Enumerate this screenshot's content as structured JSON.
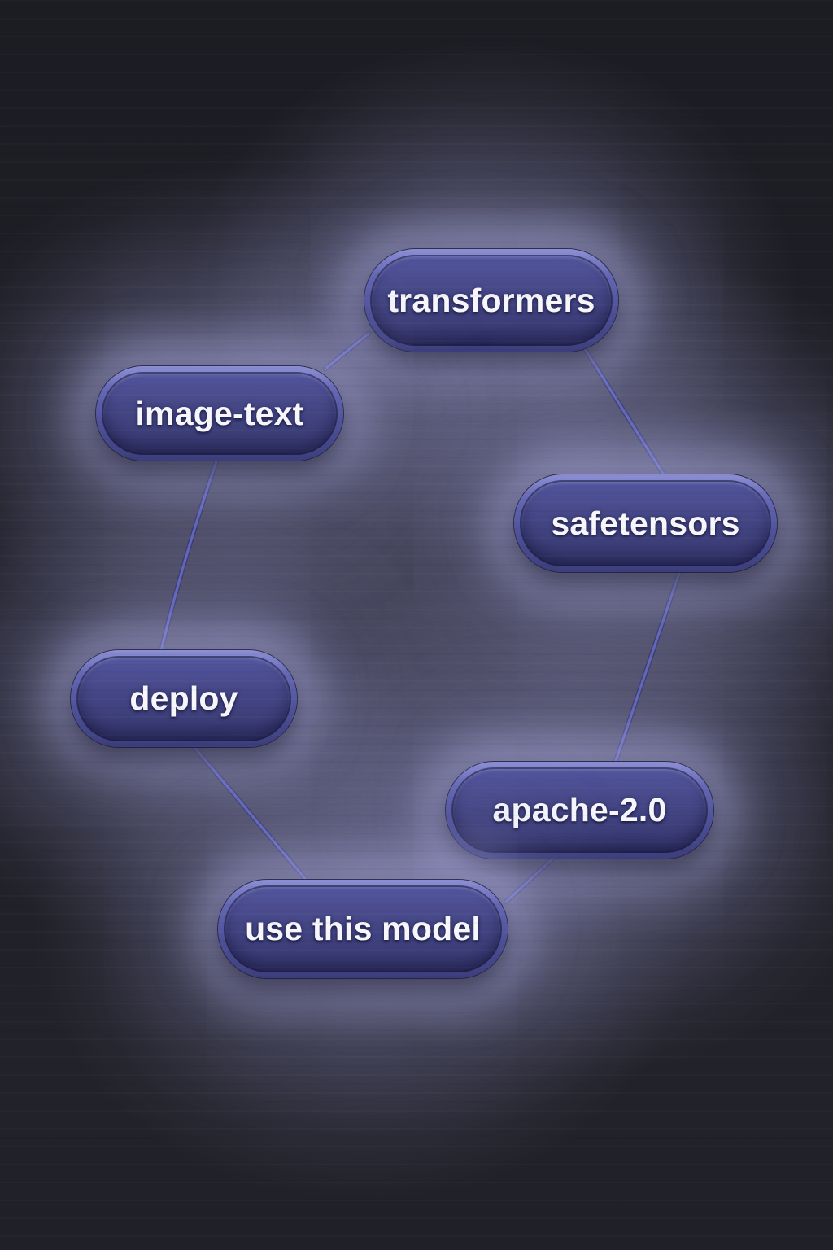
{
  "graph": {
    "nodes": [
      {
        "id": "transformers",
        "label": "transformers"
      },
      {
        "id": "image-text",
        "label": "image-text"
      },
      {
        "id": "safetensors",
        "label": "safetensors"
      },
      {
        "id": "deploy",
        "label": "deploy"
      },
      {
        "id": "apache-2.0",
        "label": "apache-2.0"
      },
      {
        "id": "use-this-model",
        "label": "use this model"
      }
    ],
    "edges": [
      {
        "from": "transformers",
        "to": "image-text"
      },
      {
        "from": "transformers",
        "to": "safetensors"
      },
      {
        "from": "image-text",
        "to": "deploy"
      },
      {
        "from": "safetensors",
        "to": "apache-2.0"
      },
      {
        "from": "deploy",
        "to": "use-this-model"
      },
      {
        "from": "apache-2.0",
        "to": "use-this-model"
      }
    ]
  },
  "colors": {
    "background_dark": "#1f1f27",
    "glow_lavender": "#a9a9d6",
    "node_fill_top": "#54569f",
    "node_fill_bottom": "#36376e",
    "node_rim": "#6366b3",
    "edge_line": "#5f63b8",
    "label_text": "#f6f6fb"
  }
}
